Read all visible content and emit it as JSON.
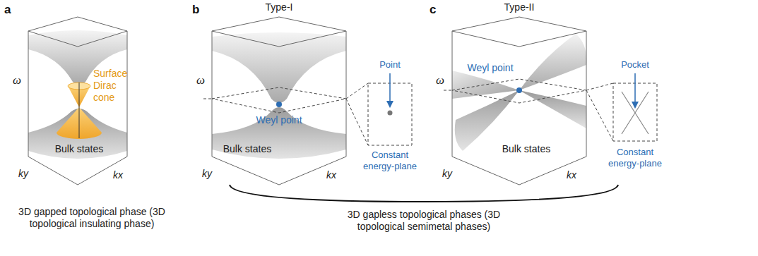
{
  "diagram": {
    "labels": [
      "a",
      "ω",
      "ky",
      "kx",
      "Surface Dirac cone",
      "Bulk states",
      "3D gapped topological phase (3D topological insulating phase)",
      "b",
      "Type-I",
      "ω",
      "Weyl point",
      "Bulk states",
      "ky",
      "kx",
      "Point",
      "Constant energy-plane",
      "c",
      "Type-II",
      "ω",
      "Weyl point",
      "Bulk states",
      "ky",
      "kx",
      "Pocket",
      "Constant energy-plane",
      "3D gapless topological phases (3D topological semimetal phases)"
    ]
  }
}
